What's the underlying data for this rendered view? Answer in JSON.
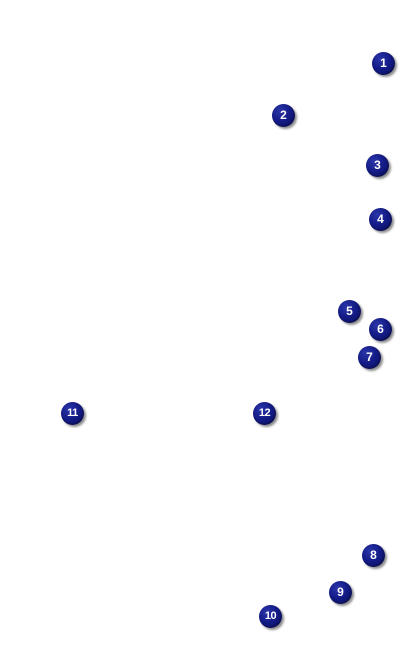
{
  "callouts": {
    "c1": "1",
    "c2": "2",
    "c3": "3",
    "c4": "4",
    "c5": "5",
    "c6": "6",
    "c7": "7",
    "c8": "8",
    "c9": "9",
    "c10": "10",
    "c11": "11",
    "c12": "12"
  },
  "colors": {
    "marker_fill": "#141c88",
    "marker_text": "#ffffff"
  }
}
